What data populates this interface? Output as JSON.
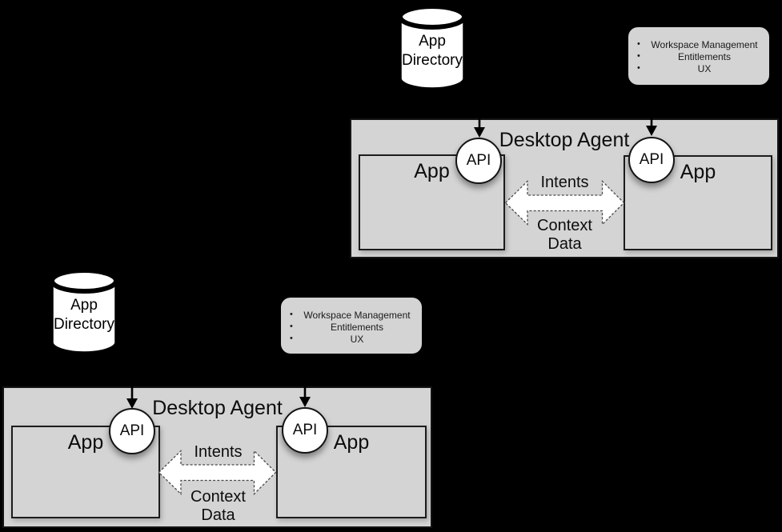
{
  "colors": {
    "background": "#000000",
    "panel_gray": "#d4d4d4",
    "arrow_fill": "#ffffff",
    "line_black": "#000000"
  },
  "groups": [
    {
      "position": "top-right",
      "app_directory": {
        "line1": "App",
        "line2": "Directory"
      },
      "features": {
        "bullet": "•",
        "items": [
          "Workspace Management",
          "Entitlements",
          "UX"
        ]
      },
      "desktop_agent": {
        "title": "Desktop Agent"
      },
      "left_app": {
        "label": "App",
        "api": "API"
      },
      "right_app": {
        "label": "App",
        "api": "API"
      },
      "channels": {
        "intents": "Intents",
        "context_line1": "Context",
        "context_line2": "Data"
      }
    },
    {
      "position": "bottom-left",
      "app_directory": {
        "line1": "App",
        "line2": "Directory"
      },
      "features": {
        "bullet": "•",
        "items": [
          "Workspace Management",
          "Entitlements",
          "UX"
        ]
      },
      "desktop_agent": {
        "title": "Desktop Agent"
      },
      "left_app": {
        "label": "App",
        "api": "API"
      },
      "right_app": {
        "label": "App",
        "api": "API"
      },
      "channels": {
        "intents": "Intents",
        "context_line1": "Context",
        "context_line2": "Data"
      }
    }
  ]
}
